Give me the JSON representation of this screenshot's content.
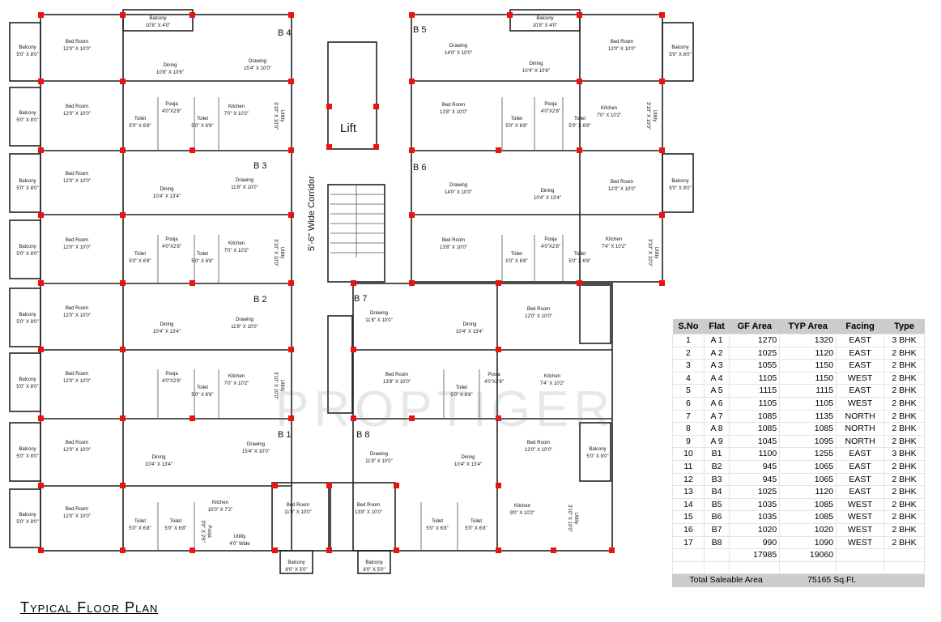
{
  "title": "Typical Floor Plan",
  "corridor_label": "5'-6\" Wide Corridor",
  "lift_label": "Lift",
  "watermark": "PROPTIGER",
  "flat_tags": [
    "B 4",
    "B 5",
    "B 3",
    "B 6",
    "B 2",
    "B 7",
    "B 1",
    "B 8"
  ],
  "rooms": {
    "balcony_top_left": [
      "Balcony",
      "10'8\" X 4'0\""
    ],
    "balcony_top_right": [
      "Balcony",
      "10'8\" X 4'0\""
    ],
    "balcony_side": [
      "Balcony",
      "5'0\" X 8'0\""
    ],
    "bed": [
      "Bed Room",
      "12'0\" X 10'0\""
    ],
    "bed_b": [
      "Bed Room",
      "13'8\" X 10'0\""
    ],
    "dining_a": [
      "Dining",
      "10'8\" X 10'6\""
    ],
    "dining_b": [
      "Dining",
      "10'4\" X 10'6\""
    ],
    "dining_c": [
      "Dining",
      "10'4\" X 13'4\""
    ],
    "drawing_a": [
      "Drawing",
      "15'4\" X 10'0\""
    ],
    "drawing_b": [
      "Drawing",
      "14'0\" X 10'0\""
    ],
    "drawing_c": [
      "Drawing",
      "11'8\" X 10'0\""
    ],
    "toilet": [
      "Toilet",
      "5'0\" X 6'8\""
    ],
    "pooja": [
      "Pooja",
      "4'0\"X2'8\""
    ],
    "kitchen_a": [
      "Kitchen",
      "7'0\" X 10'2\""
    ],
    "kitchen_b": [
      "Kitchen",
      "7'4\" X 10'2\""
    ],
    "utility": [
      "Utility",
      "3'10\" X 10'0\""
    ],
    "bed_bottom_a": [
      "Bed Room",
      "11'0\" X 10'0\""
    ],
    "bed_bottom_b": [
      "Bed Room",
      "13'8\" X 10'0\""
    ],
    "balcony_bottom": [
      "Balcony",
      "8'0\" X 5'0\""
    ],
    "kitchen_bottom_a": [
      "Kitchen",
      "10'0\" X 7'2\""
    ],
    "kitchen_bottom_b": [
      "Kitchen",
      "9'0\" X 10'2\""
    ],
    "utility_bottom": [
      "Utility",
      "4'0\" Wide"
    ],
    "pooja_bottom": [
      "Pooja",
      "3'0\" X 2'6\""
    ]
  },
  "table": {
    "headers": [
      "S.No",
      "Flat",
      "GF Area",
      "TYP Area",
      "Facing",
      "Type"
    ],
    "rows": [
      [
        "1",
        "A 1",
        "1270",
        "1320",
        "EAST",
        "3 BHK"
      ],
      [
        "2",
        "A 2",
        "1025",
        "1120",
        "EAST",
        "2 BHK"
      ],
      [
        "3",
        "A 3",
        "1055",
        "1150",
        "EAST",
        "2 BHK"
      ],
      [
        "4",
        "A 4",
        "1105",
        "1150",
        "WEST",
        "2 BHK"
      ],
      [
        "5",
        "A 5",
        "1115",
        "1115",
        "EAST",
        "2 BHK"
      ],
      [
        "6",
        "A 6",
        "1105",
        "1105",
        "WEST",
        "2 BHK"
      ],
      [
        "7",
        "A 7",
        "1085",
        "1135",
        "NORTH",
        "2 BHK"
      ],
      [
        "8",
        "A 8",
        "1085",
        "1085",
        "NORTH",
        "2 BHK"
      ],
      [
        "9",
        "A 9",
        "1045",
        "1095",
        "NORTH",
        "2 BHK"
      ],
      [
        "10",
        "B1",
        "1100",
        "1255",
        "EAST",
        "3 BHK"
      ],
      [
        "11",
        "B2",
        "945",
        "1065",
        "EAST",
        "2 BHK"
      ],
      [
        "12",
        "B3",
        "945",
        "1065",
        "EAST",
        "2 BHK"
      ],
      [
        "13",
        "B4",
        "1025",
        "1120",
        "EAST",
        "2 BHK"
      ],
      [
        "14",
        "B5",
        "1035",
        "1085",
        "WEST",
        "2 BHK"
      ],
      [
        "15",
        "B6",
        "1035",
        "1085",
        "WEST",
        "2 BHK"
      ],
      [
        "16",
        "B7",
        "1020",
        "1020",
        "WEST",
        "2 BHK"
      ],
      [
        "17",
        "B8",
        "990",
        "1090",
        "WEST",
        "2 BHK"
      ]
    ],
    "sum_gf": "17985",
    "sum_typ": "19060",
    "total_label": "Total Saleable Area",
    "total_value": "75165 Sq.Ft."
  }
}
